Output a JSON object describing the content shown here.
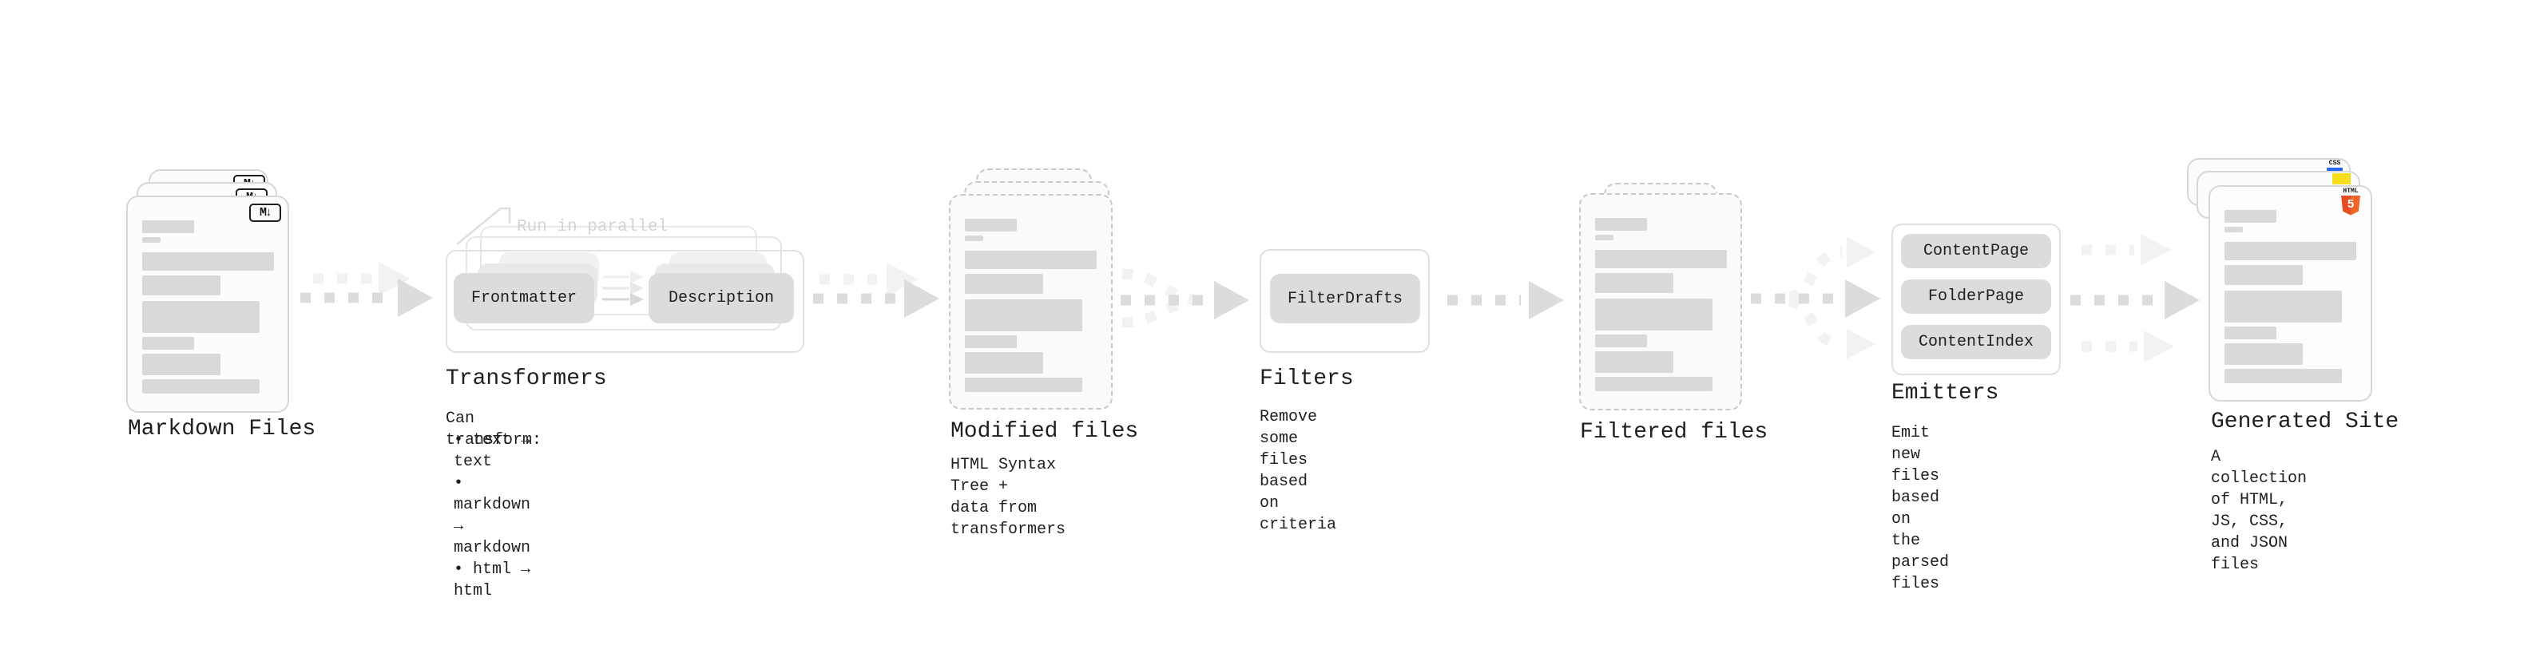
{
  "pipeline": {
    "markdown_files": {
      "label": "Markdown Files",
      "file_icon": "M↓"
    },
    "transformers": {
      "annotation": "Run in parallel",
      "pills": [
        "Frontmatter",
        "Description"
      ],
      "heading": "Transformers",
      "intro": "Can transform:",
      "bullets": [
        "text → text",
        "markdown → markdown",
        "html → html"
      ]
    },
    "modified_files": {
      "label": "Modified files",
      "description": "HTML Syntax Tree +\ndata from transformers"
    },
    "filters": {
      "heading": "Filters",
      "pills": [
        "FilterDrafts"
      ],
      "description": "Remove some files based\non criteria"
    },
    "filtered_files": {
      "label": "Filtered files"
    },
    "emitters": {
      "heading": "Emitters",
      "pills": [
        "ContentPage",
        "FolderPage",
        "ContentIndex"
      ],
      "description": "Emit new files based on\nthe parsed files"
    },
    "generated_site": {
      "label": "Generated Site",
      "description": "A collection of HTML,\nJS, CSS, and JSON files",
      "icons": {
        "html_wordmark": "HTML",
        "html_number": "5",
        "css": "CSS"
      }
    }
  },
  "colors": {
    "text": "#1f1f1f",
    "muted_annotation": "#d4d4d4",
    "placeholder_bar": "#d9d9d9",
    "pill_bg": "#dcdcdc",
    "arrow": "#dcdcdc",
    "arrow_light": "#f2f2f2",
    "html_orange": "#e44d26",
    "html_orange_light": "#f16529",
    "js_yellow": "#f7df1e",
    "css_blue": "#2964f2"
  }
}
